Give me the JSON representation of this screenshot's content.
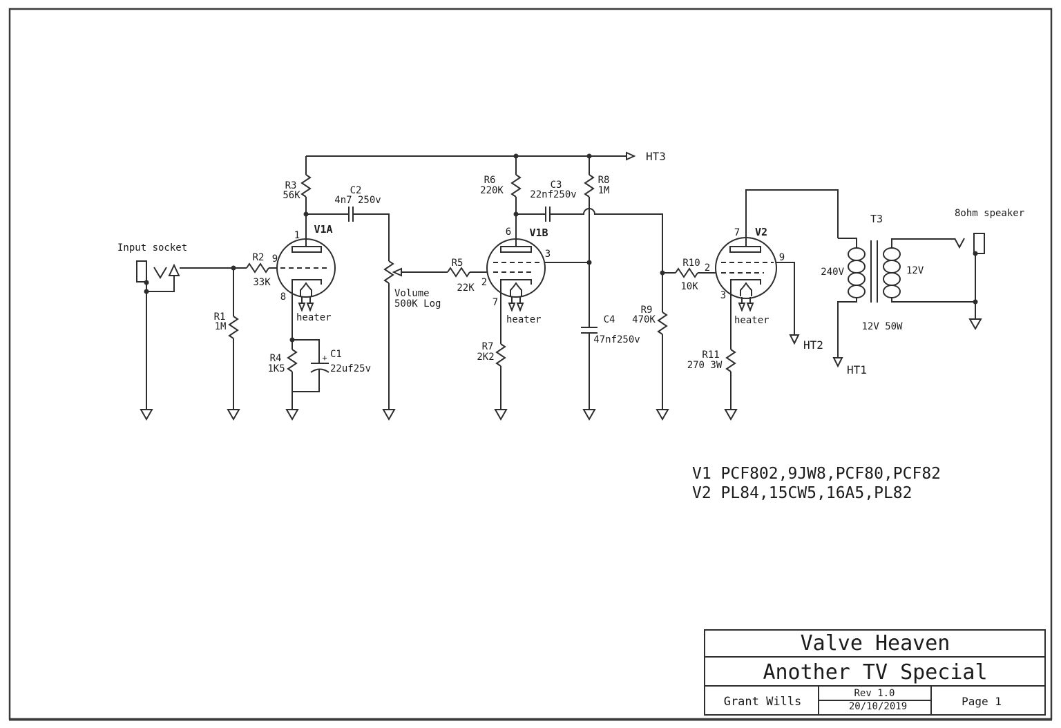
{
  "colors": {
    "line": "#2d2d2d",
    "text": "#1b1b1b",
    "background": "#ffffff"
  },
  "schematic": {
    "input": {
      "label": "Input socket"
    },
    "resistors": {
      "r1": {
        "name": "R1",
        "value": "1M"
      },
      "r2": {
        "name": "R2",
        "value": "33K"
      },
      "r3": {
        "name": "R3",
        "value": "56K"
      },
      "r4": {
        "name": "R4",
        "value": "1K5"
      },
      "r5": {
        "name": "R5",
        "value": "22K"
      },
      "r6": {
        "name": "R6",
        "value": "220K"
      },
      "r7": {
        "name": "R7",
        "value": "2K2"
      },
      "r8": {
        "name": "R8",
        "value": "1M"
      },
      "r9": {
        "name": "R9",
        "value": "470K"
      },
      "r10": {
        "name": "R10",
        "value": "10K"
      },
      "r11": {
        "name": "R11",
        "value": "270 3W"
      }
    },
    "capacitors": {
      "c1": {
        "name": "C1",
        "value": "22uf25v",
        "polarity": "+"
      },
      "c2": {
        "name": "C2",
        "value": "4n7 250v"
      },
      "c3": {
        "name": "C3",
        "value": "22nf250v"
      },
      "c4": {
        "name": "C4",
        "value": "47nf250v"
      }
    },
    "potentiometer": {
      "name": "Volume",
      "value": "500K Log"
    },
    "tubes": {
      "v1a": {
        "label": "V1A",
        "pin1": "1",
        "pin9": "9",
        "pin8": "8",
        "heater": "heater"
      },
      "v1b": {
        "label": "V1B",
        "pin6": "6",
        "pin3": "3",
        "pin2": "2",
        "pin7": "7",
        "heater": "heater"
      },
      "v2": {
        "label": "V2",
        "pin7": "7",
        "pin9": "9",
        "pin2": "2",
        "pin3": "3",
        "heater": "heater"
      }
    },
    "power_rails": {
      "ht1": "HT1",
      "ht2": "HT2",
      "ht3": "HT3"
    },
    "transformer": {
      "name": "T3",
      "primary_voltage": "240V",
      "secondary_voltage": "12V",
      "rating": "12V 50W"
    },
    "speaker": {
      "label": "8ohm speaker"
    },
    "valve_options": [
      "V1 PCF802,9JW8,PCF80,PCF82",
      "V2 PL84,15CW5,16A5,PL82"
    ]
  },
  "title_block": {
    "company": "Valve Heaven",
    "title": "Another TV Special",
    "author": "Grant Wills",
    "revision": "Rev 1.0",
    "date": "20/10/2019",
    "page": "Page 1"
  }
}
